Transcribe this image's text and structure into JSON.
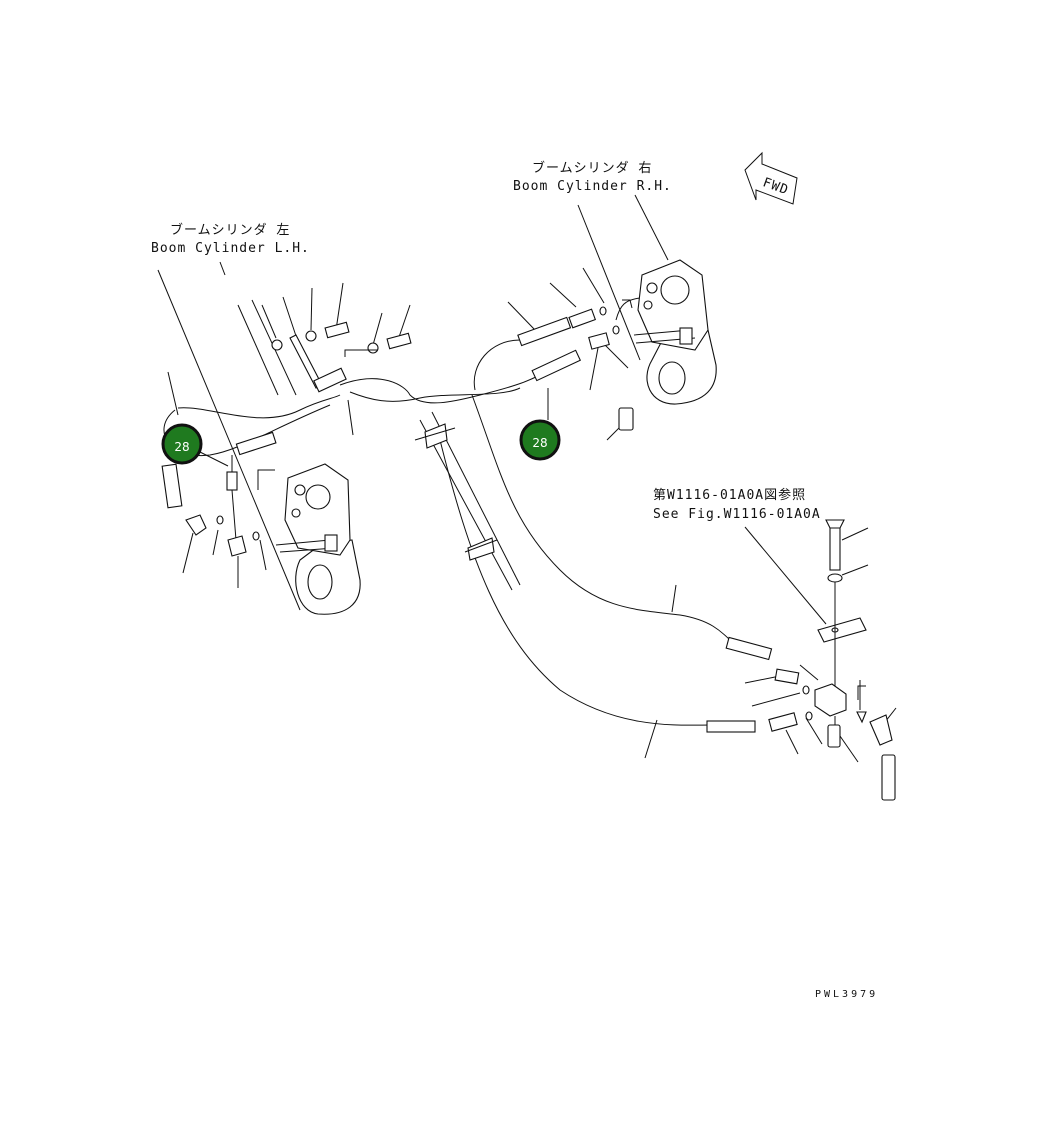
{
  "labels": {
    "boom_lh_jp": "ブームシリンダ 左",
    "boom_lh_en": "Boom Cylinder L.H.",
    "boom_rh_jp": "ブームシリンダ 右",
    "boom_rh_en": "Boom Cylinder R.H.",
    "see_fig_jp": "第W1116-01A0A図参照",
    "see_fig_en": "See Fig.W1116-01A0A",
    "fwd": "FWD",
    "drawing_id": "PWL3979"
  },
  "callouts": [
    {
      "id": "callout-left",
      "text": "28"
    },
    {
      "id": "callout-right",
      "text": "28"
    }
  ],
  "colors": {
    "callout_fill": "#1f7a1f",
    "callout_ring": "#111111"
  }
}
